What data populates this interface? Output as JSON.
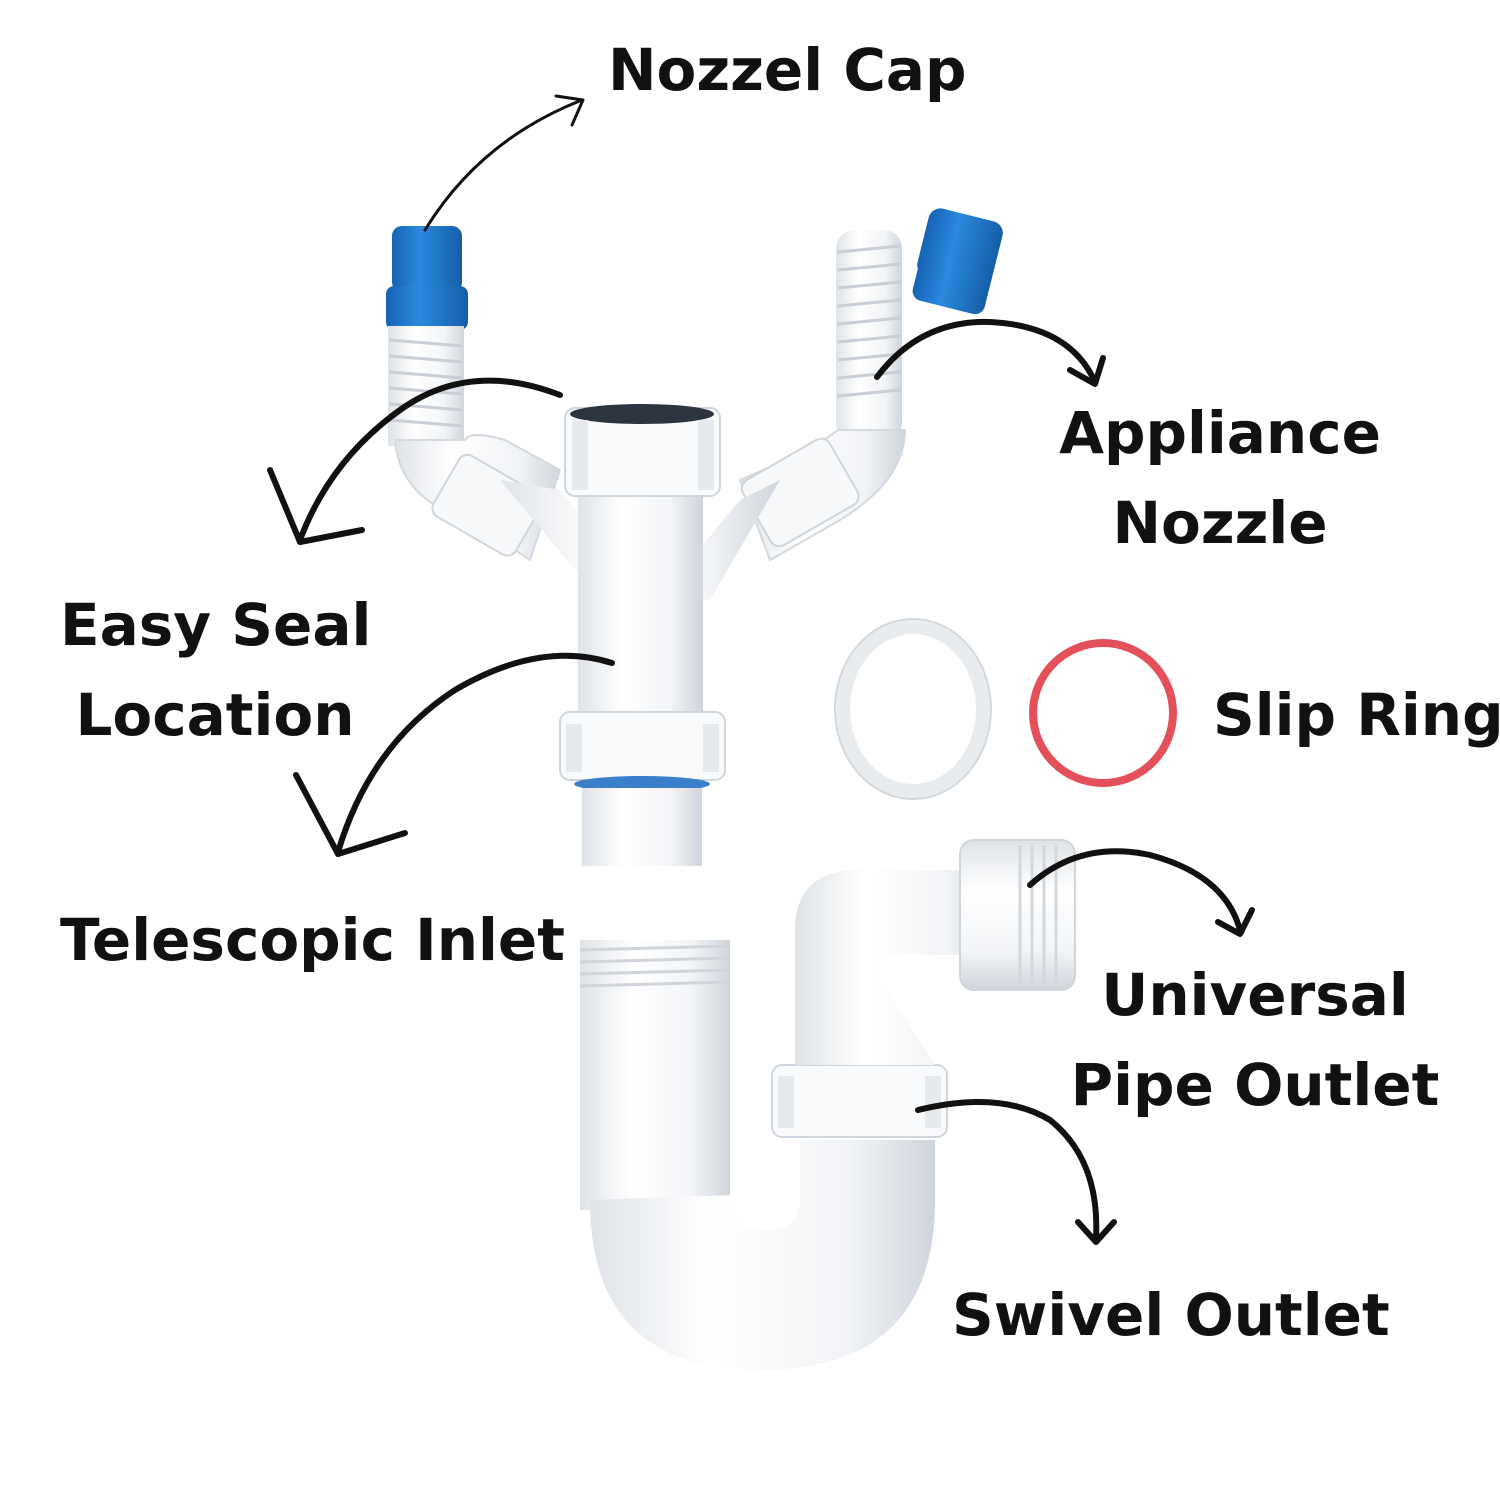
{
  "labels": {
    "nozzel_cap": "Nozzel Cap",
    "appliance_nozzle": [
      "Appliance",
      "Nozzle"
    ],
    "easy_seal_location": [
      "Easy Seal",
      "Location"
    ],
    "slip_ring": "Slip Ring",
    "telescopic_inlet": "Telescopic Inlet",
    "universal_pipe_outlet": [
      "Universal",
      "Pipe Outlet"
    ],
    "swivel_outlet": "Swivel Outlet"
  },
  "colors": {
    "pipe_white": "#f4f5f7",
    "pipe_shadow": "#d9dde3",
    "cap_blue": "#1f78d1",
    "seal_red": "#e4505a",
    "arrow": "#111111",
    "text": "#111111"
  }
}
